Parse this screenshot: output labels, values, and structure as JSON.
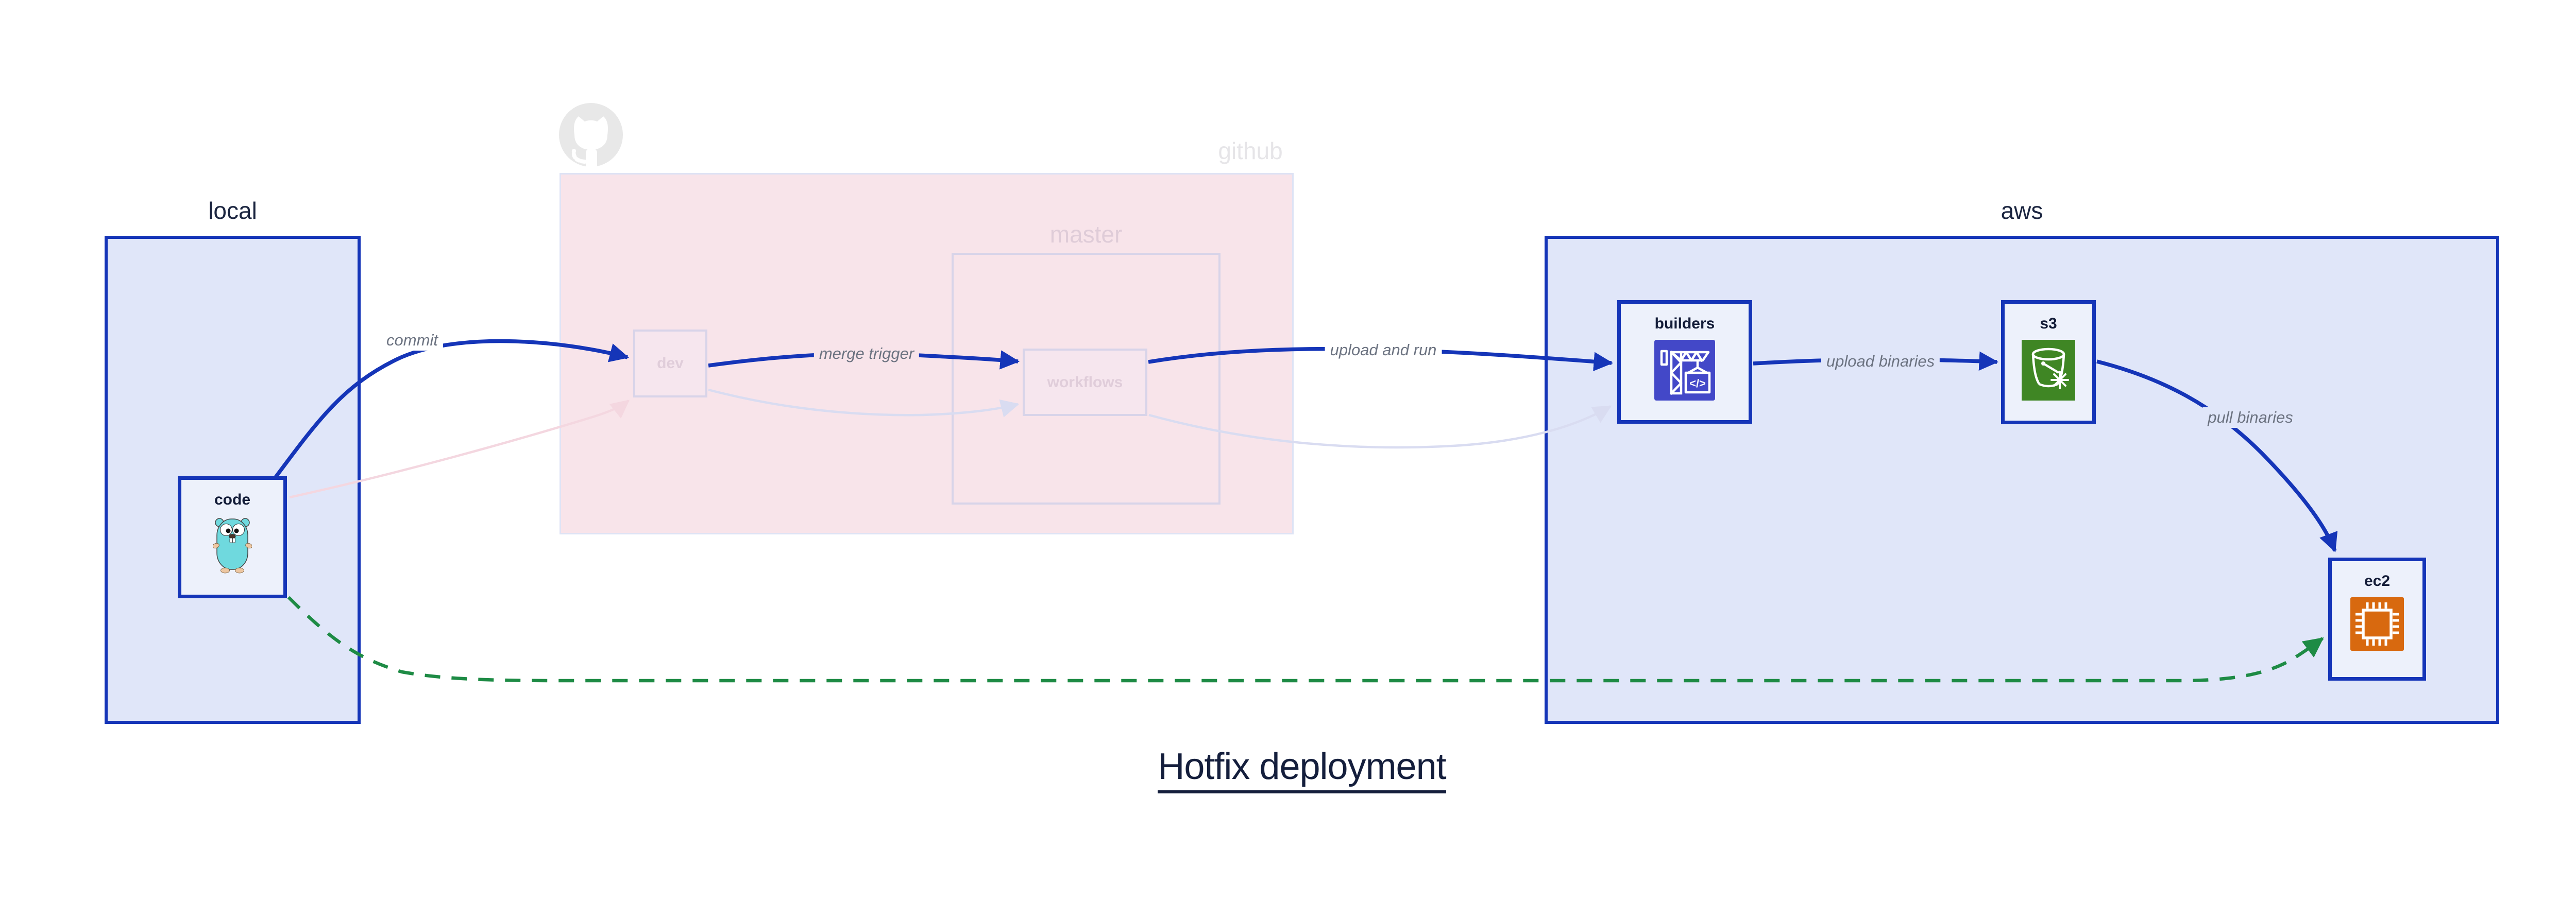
{
  "title": "Hotfix deployment",
  "groups": {
    "local": {
      "label": "local"
    },
    "github": {
      "label": "github",
      "master": {
        "label": "master"
      }
    },
    "aws": {
      "label": "aws"
    }
  },
  "nodes": {
    "code": {
      "label": "code",
      "icon": "go-gopher-icon"
    },
    "dev": {
      "label": "dev"
    },
    "workflows": {
      "label": "workflows"
    },
    "builders": {
      "label": "builders",
      "icon": "codebuild-crane-icon",
      "icon_code_glyph": "</>"
    },
    "s3": {
      "label": "s3",
      "icon": "s3-bucket-icon"
    },
    "ec2": {
      "label": "ec2",
      "icon": "ec2-chip-icon"
    }
  },
  "edges": {
    "commit": {
      "label": "commit",
      "from": "code",
      "to": "dev",
      "style": "active-blue"
    },
    "code_to_dev_faded": {
      "from": "code",
      "to": "dev",
      "style": "faded-pink"
    },
    "merge_trigger": {
      "label": "merge trigger",
      "from": "dev",
      "to": "workflows",
      "style": "active-blue"
    },
    "dev_to_workflows_faded": {
      "from": "dev",
      "to": "workflows",
      "style": "faded-lavender"
    },
    "upload_and_run": {
      "label": "upload and run",
      "from": "workflows",
      "to": "builders",
      "style": "active-blue"
    },
    "workflows_to_builders_faded": {
      "from": "workflows",
      "to": "builders",
      "style": "faded-lavender"
    },
    "upload_binaries": {
      "label": "upload binaries",
      "from": "builders",
      "to": "s3",
      "style": "active-blue"
    },
    "pull_binaries": {
      "label": "pull binaries",
      "from": "s3",
      "to": "ec2",
      "style": "active-blue"
    },
    "hotfix_shortcut": {
      "from": "code",
      "to": "ec2",
      "style": "dashed-green"
    }
  },
  "colors": {
    "accent_blue": "#1535b8",
    "container_fill": "#e0e6f9",
    "node_fill": "#edf1fb",
    "node_text": "#131c38",
    "group_label_text": "#1b2540",
    "github_fill": "#f8e4ea",
    "github_border": "#dee3f5",
    "faded_border": "#d8d4e9",
    "faded_node_fill": "#f6e6ee",
    "faded_node_text": "#e0cdda",
    "faded_master_text": "#dfccd8",
    "faded_github_text": "#e6e5e8",
    "octocat_gray": "#e8e8e8",
    "edge_label_text": "#6b7280",
    "faded_pink_edge": "#f4d7e0",
    "faded_lavender_edge": "#d9dcf1",
    "hotfix_green": "#1e8b45",
    "builders_icon_bg": "#4348c8",
    "s3_icon_bg": "#3f8624",
    "ec2_icon_bg": "#d8690f",
    "gopher_body": "#6fd9de",
    "gopher_paws": "#edc7a2",
    "title_text": "#141e3c"
  }
}
